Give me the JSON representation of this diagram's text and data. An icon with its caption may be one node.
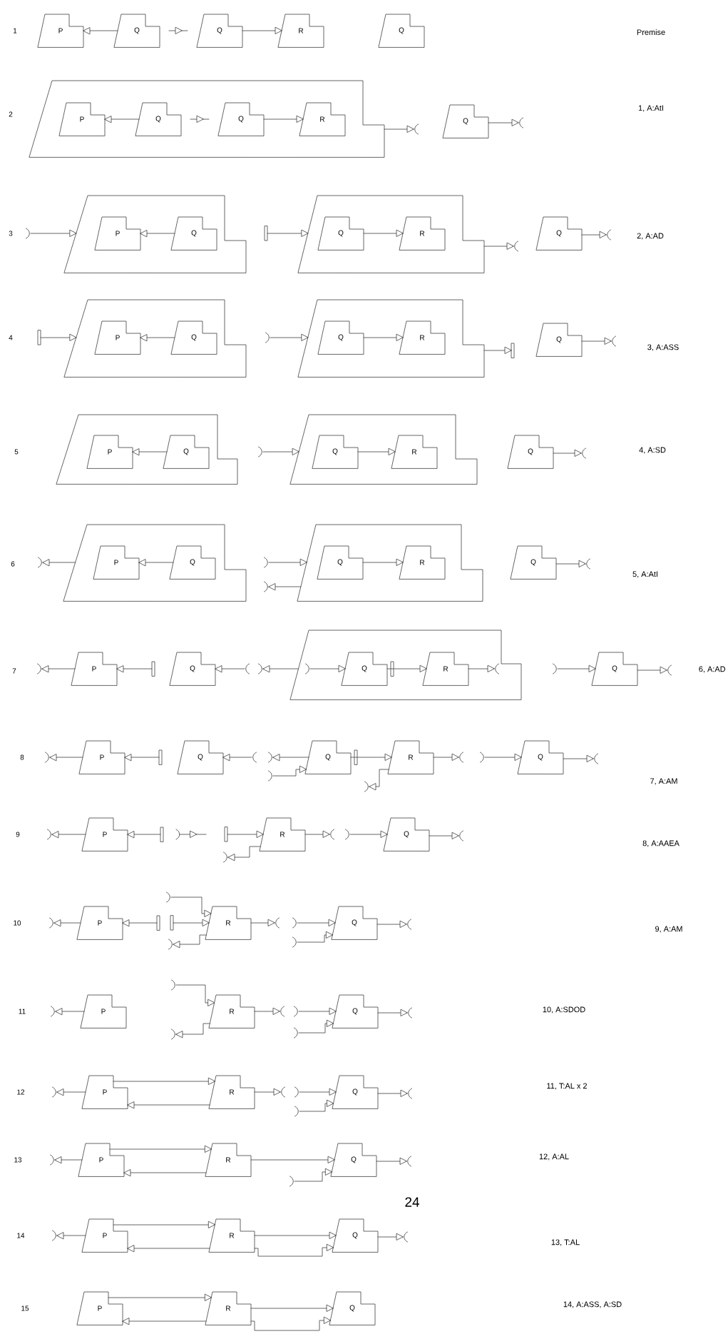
{
  "diagram": {
    "nodes": [
      {
        "text": [
          "P"
        ]
      },
      {
        "text": [
          "Q"
        ]
      },
      {
        "text": [
          "Q"
        ]
      },
      {
        "text": [
          "R"
        ]
      },
      {
        "text": [
          "Q"
        ]
      },
      {
        "text": [],
        "shape": "box"
      },
      {
        "text": [
          "P"
        ],
        "in": 5
      },
      {
        "text": [
          "Q"
        ],
        "in": 5
      },
      {
        "text": [
          "Q"
        ],
        "in": 5
      },
      {
        "text": [
          "R"
        ],
        "in": 5
      },
      {
        "text": [
          "Q"
        ]
      },
      {
        "text": [],
        "shape": "box"
      },
      {
        "text": [
          "P"
        ],
        "in": 11
      },
      {
        "text": [
          "Q"
        ],
        "in": 11
      },
      {
        "text": [],
        "shape": "box"
      },
      {
        "text": [
          "Q"
        ],
        "in": 14
      },
      {
        "text": [
          "R"
        ],
        "in": 14
      },
      {
        "text": [
          "Q"
        ]
      },
      {
        "text": [],
        "shape": "box"
      },
      {
        "text": [
          "P"
        ],
        "in": 18
      },
      {
        "text": [
          "Q"
        ],
        "in": 18
      },
      {
        "text": [],
        "shape": "box"
      },
      {
        "text": [
          "Q"
        ],
        "in": 21
      },
      {
        "text": [
          "R"
        ],
        "in": 21
      },
      {
        "text": [
          "Q"
        ]
      },
      {
        "text": [],
        "shape": "box"
      },
      {
        "text": [
          "P"
        ],
        "in": 25
      },
      {
        "text": [
          "Q"
        ],
        "in": 25
      },
      {
        "text": [],
        "shape": "box"
      },
      {
        "text": [
          "Q"
        ],
        "in": 28
      },
      {
        "text": [
          "R"
        ],
        "in": 28
      },
      {
        "text": [
          "Q"
        ]
      },
      {
        "text": [],
        "shape": "box"
      },
      {
        "text": [
          "P"
        ],
        "in": 32
      },
      {
        "text": [
          "Q"
        ],
        "in": 32
      },
      {
        "text": [],
        "shape": "box"
      },
      {
        "text": [
          "Q"
        ],
        "in": 35
      },
      {
        "text": [
          "R"
        ],
        "in": 35
      },
      {
        "text": [
          "Q"
        ]
      },
      {
        "text": [
          "P"
        ]
      },
      {
        "text": [
          "Q"
        ]
      },
      {
        "text": [],
        "shape": "box"
      },
      {
        "text": [
          "Q"
        ],
        "in": 41
      },
      {
        "text": [
          "R"
        ],
        "in": 41
      },
      {
        "text": [
          "Q"
        ]
      },
      {
        "text": [
          "P"
        ]
      },
      {
        "text": [
          "Q"
        ]
      },
      {
        "text": [
          "Q"
        ]
      },
      {
        "text": [
          "R"
        ]
      },
      {
        "text": [
          "Q"
        ]
      },
      {
        "text": [
          "P"
        ]
      },
      {
        "text": [
          "R"
        ]
      },
      {
        "text": [
          "Q"
        ]
      },
      {
        "text": [
          "P"
        ]
      },
      {
        "text": [
          "R"
        ]
      },
      {
        "text": [
          "Q"
        ]
      },
      {
        "text": [
          "P"
        ]
      },
      {
        "text": [
          "R"
        ]
      },
      {
        "text": [
          "Q"
        ]
      },
      {
        "text": [
          "P"
        ]
      },
      {
        "text": [
          "R"
        ]
      },
      {
        "text": [
          "Q"
        ]
      },
      {
        "text": [
          "P"
        ]
      },
      {
        "text": [
          "R"
        ]
      },
      {
        "text": [
          "Q"
        ]
      },
      {
        "text": [
          "P"
        ]
      },
      {
        "text": [
          "R"
        ]
      },
      {
        "text": [
          "Q"
        ]
      },
      {
        "text": [
          "P"
        ]
      },
      {
        "text": [
          "R"
        ]
      },
      {
        "text": [
          "Q"
        ]
      }
    ],
    "edges": [
      {
        "from": 1,
        "to": 0,
        "arrow": "to"
      },
      {
        "from": 2,
        "to": 3,
        "arrow": "to"
      },
      {
        "from": 7,
        "to": 6,
        "arrow": "to"
      },
      {
        "from": 8,
        "to": 9,
        "arrow": "to"
      },
      {
        "from": 5,
        "to": null,
        "arrow": "to"
      },
      {
        "from": 10,
        "to": null,
        "arrow": "to"
      },
      {
        "from": null,
        "to": 11,
        "arrow": "to"
      },
      {
        "from": 13,
        "to": 12,
        "arrow": "to"
      },
      {
        "from": null,
        "to": 14,
        "arrow": "to"
      },
      {
        "from": 15,
        "to": 16,
        "arrow": "to"
      },
      {
        "from": 14,
        "to": null,
        "arrow": "to"
      },
      {
        "from": 17,
        "to": null,
        "arrow": "to"
      },
      {
        "from": null,
        "to": 18,
        "arrow": "to"
      },
      {
        "from": 20,
        "to": 19,
        "arrow": "to"
      },
      {
        "from": null,
        "to": 21,
        "arrow": "to"
      },
      {
        "from": 22,
        "to": 23,
        "arrow": "to"
      },
      {
        "from": 21,
        "to": null,
        "arrow": "to"
      },
      {
        "from": 24,
        "to": null,
        "arrow": "to"
      },
      {
        "from": 27,
        "to": 26,
        "arrow": "to"
      },
      {
        "from": null,
        "to": 28,
        "arrow": "to"
      },
      {
        "from": 29,
        "to": 30,
        "arrow": "to"
      },
      {
        "from": 31,
        "to": null,
        "arrow": "to"
      },
      {
        "from": 32,
        "to": null,
        "arrow": "to"
      },
      {
        "from": 34,
        "to": 33,
        "arrow": "to"
      },
      {
        "from": null,
        "to": 35,
        "arrow": "to"
      },
      {
        "from": 35,
        "to": null,
        "arrow": "to"
      },
      {
        "from": 36,
        "to": 37,
        "arrow": "to"
      },
      {
        "from": 38,
        "to": null,
        "arrow": "to"
      },
      {
        "from": 39,
        "to": null,
        "arrow": "to"
      },
      {
        "from": null,
        "to": 39,
        "arrow": "to"
      },
      {
        "from": null,
        "to": 40,
        "arrow": "to"
      },
      {
        "from": 41,
        "to": null,
        "arrow": "to"
      },
      {
        "from": null,
        "to": 42,
        "arrow": "to"
      },
      {
        "from": 42,
        "to": 43,
        "arrow": "to"
      },
      {
        "from": 43,
        "to": null,
        "arrow": "to"
      },
      {
        "from": null,
        "to": 44,
        "arrow": "to"
      },
      {
        "from": 44,
        "to": null,
        "arrow": "to"
      },
      {
        "from": 45,
        "to": null,
        "arrow": "to"
      },
      {
        "from": null,
        "to": 45,
        "arrow": "to"
      },
      {
        "from": null,
        "to": 46,
        "arrow": "to"
      },
      {
        "from": 47,
        "to": null,
        "arrow": "to"
      },
      {
        "from": null,
        "to": 47,
        "arrow": "to"
      },
      {
        "from": 47,
        "to": 48,
        "arrow": "to"
      },
      {
        "from": 48,
        "to": null,
        "arrow": "to"
      },
      {
        "from": 48,
        "to": null,
        "arrow": "to"
      },
      {
        "from": null,
        "to": 49,
        "arrow": "to"
      },
      {
        "from": 49,
        "to": null,
        "arrow": "to"
      },
      {
        "from": 50,
        "to": null,
        "arrow": "to"
      },
      {
        "from": null,
        "to": 50,
        "arrow": "to"
      },
      {
        "from": null,
        "to": 51,
        "arrow": "to"
      },
      {
        "from": 51,
        "to": null,
        "arrow": "to"
      },
      {
        "from": 51,
        "to": null,
        "arrow": "to"
      },
      {
        "from": null,
        "to": 52,
        "arrow": "to"
      },
      {
        "from": 52,
        "to": null,
        "arrow": "to"
      },
      {
        "from": 53,
        "to": null,
        "arrow": "to"
      },
      {
        "from": null,
        "to": 53,
        "arrow": "to"
      },
      {
        "from": null,
        "to": 54,
        "arrow": "to"
      },
      {
        "from": null,
        "to": 54,
        "arrow": "to"
      },
      {
        "from": 54,
        "to": null,
        "arrow": "to"
      },
      {
        "from": 54,
        "to": null,
        "arrow": "to"
      },
      {
        "from": null,
        "to": 55,
        "arrow": "to"
      },
      {
        "from": null,
        "to": 55,
        "arrow": "to"
      },
      {
        "from": 55,
        "to": null,
        "arrow": "to"
      },
      {
        "from": 56,
        "to": null,
        "arrow": "to"
      },
      {
        "from": null,
        "to": 57,
        "arrow": "to"
      },
      {
        "from": 57,
        "to": null,
        "arrow": "to"
      },
      {
        "from": 57,
        "to": null,
        "arrow": "to"
      },
      {
        "from": null,
        "to": 58,
        "arrow": "to"
      },
      {
        "from": null,
        "to": 58,
        "arrow": "to"
      },
      {
        "from": 58,
        "to": null,
        "arrow": "to"
      },
      {
        "from": 59,
        "to": null,
        "arrow": "to"
      },
      {
        "from": 59,
        "to": 60,
        "arrow": "to"
      },
      {
        "from": 60,
        "to": 59,
        "arrow": "to"
      },
      {
        "from": 60,
        "to": null,
        "arrow": "to"
      },
      {
        "from": null,
        "to": 61,
        "arrow": "to"
      },
      {
        "from": null,
        "to": 61,
        "arrow": "to"
      },
      {
        "from": 61,
        "to": null,
        "arrow": "to"
      },
      {
        "from": 62,
        "to": null,
        "arrow": "to"
      },
      {
        "from": 62,
        "to": 63,
        "arrow": "to"
      },
      {
        "from": 63,
        "to": 62,
        "arrow": "to"
      },
      {
        "from": 63,
        "to": 64,
        "arrow": "to"
      },
      {
        "from": null,
        "to": 64,
        "arrow": "to"
      },
      {
        "from": 64,
        "to": null,
        "arrow": "to"
      },
      {
        "from": 65,
        "to": null,
        "arrow": "to"
      },
      {
        "from": 65,
        "to": 66,
        "arrow": "to"
      },
      {
        "from": 66,
        "to": 65,
        "arrow": "to"
      },
      {
        "from": 66,
        "to": 67,
        "arrow": "to"
      },
      {
        "from": 66,
        "to": 67,
        "arrow": "to"
      },
      {
        "from": 67,
        "to": null,
        "arrow": "to"
      },
      {
        "from": 68,
        "to": 69,
        "arrow": "to"
      },
      {
        "from": 69,
        "to": 68,
        "arrow": "to"
      },
      {
        "from": 69,
        "to": 70,
        "arrow": "to"
      },
      {
        "from": 69,
        "to": 70,
        "arrow": "to"
      }
    ],
    "labels": [
      "1",
      "Premise",
      "2",
      "1, A:AtI",
      "3",
      "2, A:AD",
      "4",
      "3, A:ASS",
      "5",
      "4, A:SD",
      "6",
      "5, A:AtI",
      "7",
      "6, A:AD",
      "8",
      "7, A:AM",
      "9",
      "8, A:AAEA",
      "10",
      "9, A:AM",
      "11",
      "10, A:SDOD",
      "12",
      "11, T:AL x 2",
      "13",
      "12, A:AL",
      "24",
      "14",
      "13, T:AL",
      "15",
      "14, A:ASS, A:SD"
    ]
  }
}
